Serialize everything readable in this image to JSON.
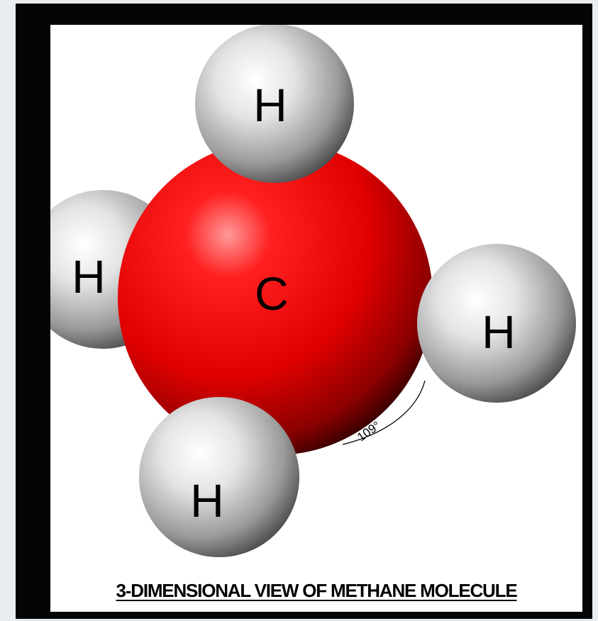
{
  "diagram": {
    "caption": "3-DIMENSIONAL VIEW OF METHANE MOLECULE",
    "central_atom": {
      "label": "C",
      "color": "#e60000"
    },
    "hydrogen_atoms": [
      {
        "label": "H"
      },
      {
        "label": "H"
      },
      {
        "label": "H"
      },
      {
        "label": "H"
      }
    ],
    "hydrogen_color": "#d8d8d8",
    "bond_angle_label": "109°"
  }
}
